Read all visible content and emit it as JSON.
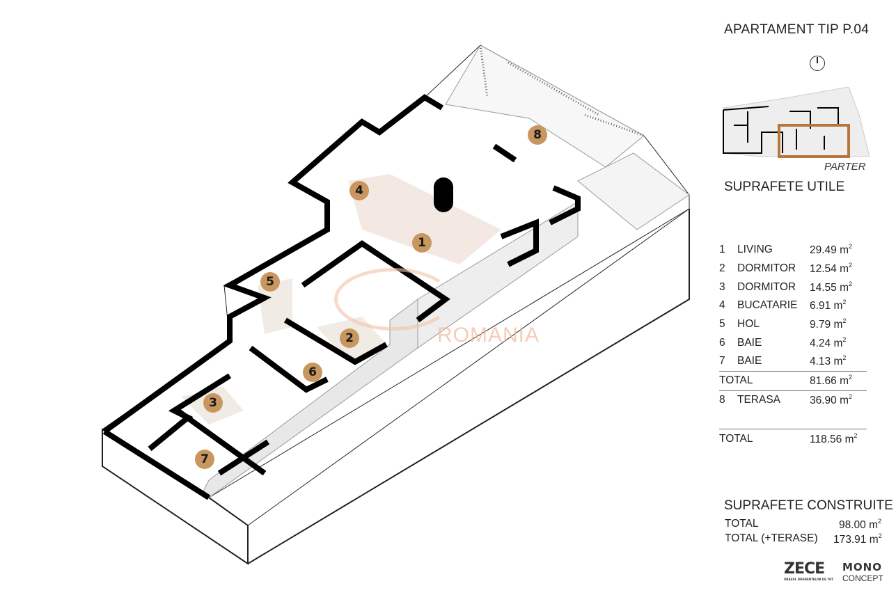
{
  "header": {
    "title": "APARTAMENT TIP P.04"
  },
  "keyplan": {
    "level_label": "PARTER",
    "highlight_color": "#b8773a"
  },
  "useful_areas": {
    "heading": "SUPRAFETE UTILE",
    "rooms": [
      {
        "no": "1",
        "name": "LIVING",
        "area": "29.49 m",
        "unit_exp": "2"
      },
      {
        "no": "2",
        "name": "DORMITOR",
        "area": "12.54 m",
        "unit_exp": "2"
      },
      {
        "no": "3",
        "name": "DORMITOR",
        "area": "14.55 m",
        "unit_exp": "2"
      },
      {
        "no": "4",
        "name": "BUCATARIE",
        "area": "6.91 m",
        "unit_exp": "2"
      },
      {
        "no": "5",
        "name": "HOL",
        "area": "9.79 m",
        "unit_exp": "2"
      },
      {
        "no": "6",
        "name": "BAIE",
        "area": "4.24 m",
        "unit_exp": "2"
      },
      {
        "no": "7",
        "name": "BAIE",
        "area": "4.13 m",
        "unit_exp": "2"
      }
    ],
    "subtotal": {
      "label": "TOTAL",
      "area": "81.66 m",
      "unit_exp": "2"
    },
    "terrace": {
      "no": "8",
      "name": "TERASA",
      "area": "36.90 m",
      "unit_exp": "2"
    },
    "total": {
      "label": "TOTAL",
      "area": "118.56 m",
      "unit_exp": "2"
    }
  },
  "built_areas": {
    "heading": "SUPRAFETE CONSTRUITE",
    "rows": [
      {
        "label": "TOTAL",
        "area": "98.00 m",
        "unit_exp": "2"
      },
      {
        "label": "TOTAL (+TERASE)",
        "area": "173.91 m",
        "unit_exp": "2"
      }
    ]
  },
  "plan": {
    "badges": [
      "1",
      "2",
      "3",
      "4",
      "5",
      "6",
      "7",
      "8"
    ],
    "badge_color": "#c8965f",
    "watermark": "ROMANIA"
  },
  "logos": {
    "zece": "ZECE",
    "zece_tagline": "ORASUL DIFERENTELOR DE TOT",
    "mono": "MONO",
    "mono_sub": "CONCEPT"
  }
}
